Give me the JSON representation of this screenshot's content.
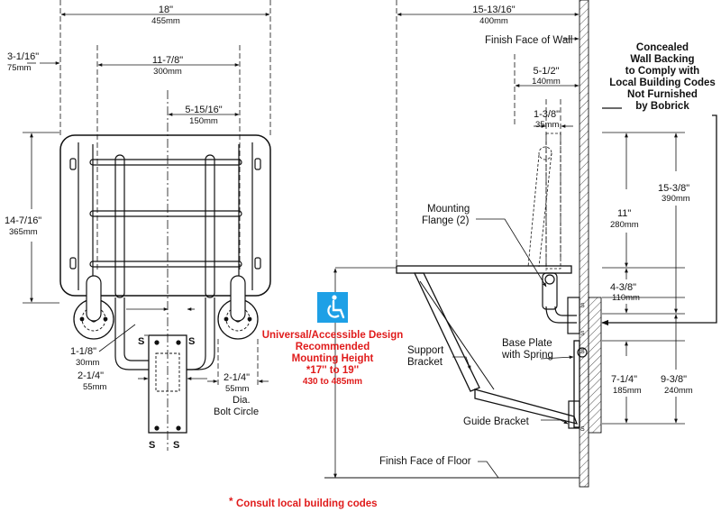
{
  "colors": {
    "accent": "#e01b1b",
    "icon_bg": "#1ea0e6",
    "line": "#111111"
  },
  "icon": "wheelchair-accessibility-icon",
  "front_view": {
    "width_in": "18\"",
    "width_mm": "455mm",
    "edge_in": "3-1/16\"",
    "edge_mm": "75mm",
    "flange_span_in": "11-7/8\"",
    "flange_span_mm": "300mm",
    "half_span_in": "5-15/16\"",
    "half_span_mm": "150mm",
    "height_in": "14-7/16\"",
    "height_mm": "365mm",
    "hole_in": "1-1/8\"",
    "hole_mm": "30mm",
    "plate_w_in": "2-1/4\"",
    "plate_w_mm": "55mm",
    "bolt_in": "2-1/4\"",
    "bolt_mm": "55mm",
    "bolt_label_1": "Dia.",
    "bolt_label_2": "Bolt Circle",
    "s_mark": "S"
  },
  "side_view": {
    "depth_in": "15-13/16\"",
    "depth_mm": "400mm",
    "wall_label": "Finish Face of Wall",
    "offset_in": "5-1/2\"",
    "offset_mm": "140mm",
    "rail_in": "1-3/8\"",
    "rail_mm": "35mm",
    "mounting_flange_1": "Mounting",
    "mounting_flange_2": "Flange (2)",
    "support_1": "Support",
    "support_2": "Bracket",
    "base_1": "Base Plate",
    "base_2": "with Spring",
    "guide": "Guide Bracket",
    "floor_label": "Finish Face of Floor",
    "s_mark": "S",
    "h11_in": "11\"",
    "h11_mm": "280mm",
    "h15_in": "15-3/8\"",
    "h15_mm": "390mm",
    "h4_in": "4-3/8\"",
    "h4_mm": "110mm",
    "h7_in": "7-1/4\"",
    "h7_mm": "185mm",
    "h9_in": "9-3/8\"",
    "h9_mm": "240mm"
  },
  "backing_note": [
    "Concealed",
    "Wall Backing",
    "to Comply with",
    "Local Building Codes",
    "Not Furnished",
    "by Bobrick"
  ],
  "accessible": {
    "line1": "Universal/Accessible Design",
    "line2": "Recommended",
    "line3": "Mounting Height",
    "line4": "*17'' to 19''",
    "line5": "430 to 485mm"
  },
  "footnote_star": "*",
  "footnote": "Consult local building codes"
}
